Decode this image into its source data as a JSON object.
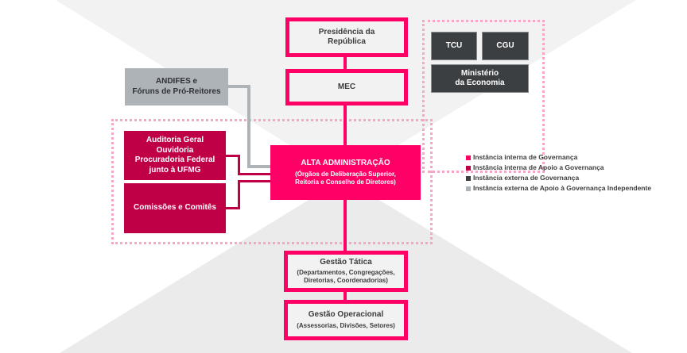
{
  "diagram": {
    "nodes": {
      "presidencia": {
        "lines": [
          "Presidência da",
          "República"
        ]
      },
      "mec": {
        "label": "MEC"
      },
      "tcu": {
        "label": "TCU"
      },
      "cgu": {
        "label": "CGU"
      },
      "ministerio": {
        "lines": [
          "Ministério",
          "da Economia"
        ]
      },
      "andifes": {
        "lines": [
          "ANDIFES e",
          "Fóruns de Pró-Reitores"
        ]
      },
      "auditoria": {
        "lines": [
          "Auditoria Geral",
          "Ouvidoria",
          "Procuradoria Federal",
          "junto à UFMG"
        ]
      },
      "comissoes": {
        "label": "Comissões e Comitês"
      },
      "alta": {
        "title": "ALTA ADMINISTRAÇÃO",
        "lines": [
          "(Órgãos de Deliberação Superior,",
          "Reitoria e Conselho de Diretores)"
        ]
      },
      "tatica": {
        "title": "Gestão Tática",
        "lines": [
          "(Departamentos, Congregações,",
          "Diretorias, Coordenadorias)"
        ]
      },
      "operacional": {
        "title": "Gestão Operacional",
        "lines": [
          "(Assessorias, Divisões, Setores)"
        ]
      }
    },
    "legend": [
      {
        "label": "Instância interna de Governança",
        "color": "#ff0066"
      },
      {
        "label": "Instância interna de Apoio a Governança",
        "color": "#bf0047"
      },
      {
        "label": "Instância externa de Governança",
        "color": "#3c3f42"
      },
      {
        "label": "Instância externa de Apoio à Governança Independente",
        "color": "#aeb3b8"
      }
    ],
    "colors": {
      "internal_governance": "#ff0066",
      "internal_support": "#bf0047",
      "external_governance": "#3c3f42",
      "external_support": "#aeb3b8",
      "dotted_frame": "#f7a6c7"
    }
  }
}
